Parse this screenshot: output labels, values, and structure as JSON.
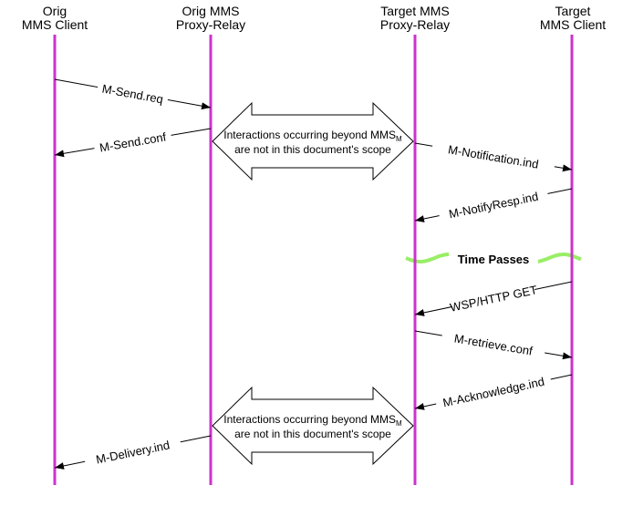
{
  "participants": [
    {
      "line1": "Orig",
      "line2": "MMS Client"
    },
    {
      "line1": "Orig MMS",
      "line2": "Proxy-Relay"
    },
    {
      "line1": "Target MMS",
      "line2": "Proxy-Relay"
    },
    {
      "line1": "Target",
      "line2": "MMS Client"
    }
  ],
  "messages": [
    {
      "label": "M-Send.req",
      "from": 0,
      "to": 1
    },
    {
      "label": "M-Send.conf",
      "from": 1,
      "to": 0
    },
    {
      "label": "M-Notification.ind",
      "from": 2,
      "to": 3
    },
    {
      "label": "M-NotifyResp.ind",
      "from": 3,
      "to": 2
    },
    {
      "label": "WSP/HTTP GET",
      "from": 3,
      "to": 2
    },
    {
      "label": "M-retrieve.conf",
      "from": 2,
      "to": 3
    },
    {
      "label": "M-Acknowledge.ind",
      "from": 3,
      "to": 2
    },
    {
      "label": "M-Delivery.ind",
      "from": 1,
      "to": 0
    }
  ],
  "interaction_notes": [
    {
      "line1": "Interactions occurring beyond MMS",
      "subscript": "M",
      "line2": "are not in this document's scope"
    },
    {
      "line1": "Interactions occurring beyond MMS",
      "subscript": "M",
      "line2": "are not in this document's scope"
    }
  ],
  "time_passes": {
    "label": "Time Passes"
  },
  "colors": {
    "lifeline": "#cc33cc",
    "wave": "#99ee66",
    "line": "#000000",
    "background": "#ffffff"
  }
}
